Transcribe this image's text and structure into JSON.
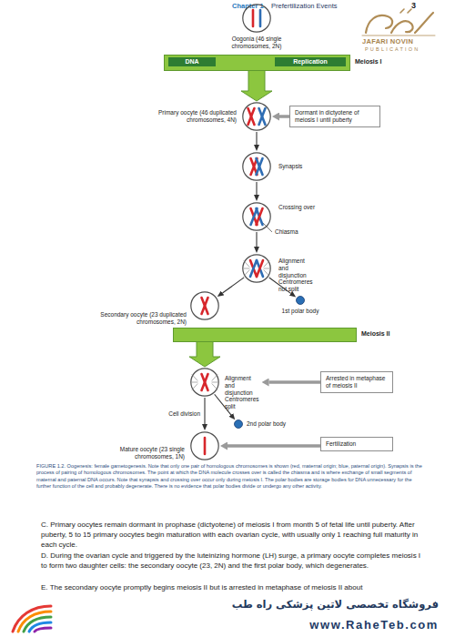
{
  "diagram": {
    "caption": "FIGURE 1.2. Oogenesis: female gametogenesis. Note that only one pair of homologous chromosomes is shown (red, maternal origin; blue, paternal origin). Synapsis is the process of pairing of homologous chromosomes. The point at which the DNA molecule crosses over is called the chiasma and is where exchange of small segments of maternal and paternal DNA occurs. Note that synapsis and crossing over occur only during meiosis I. The polar bodies are storage bodies for DNA unnecessary for the further function of the cell and probably degenerate. There is no evidence that polar bodies divide or undergo any other activity.",
    "nodes": [
      {
        "text": [
          "Oogonia (46 single chromosomes, 2N)"
        ]
      },
      {
        "text": [
          "DNA",
          "Replication",
          "Meiosis I"
        ]
      },
      {
        "text": [
          "Primary oocyte (46 duplicated chromosomes, 4N)"
        ]
      },
      {
        "text": [
          "Dormant in dictyotene of meiosis I until puberty"
        ]
      },
      {
        "text": [
          "Synapsis"
        ]
      },
      {
        "text": [
          "Crossing over",
          "Chiasma"
        ]
      },
      {
        "text": [
          "Alignment and disjunction Centromeres not split"
        ]
      },
      {
        "text": [
          "Secondary oocyte (23 duplicated chromosomes, 2N)"
        ]
      },
      {
        "text": [
          "1st polar body"
        ]
      },
      {
        "text": [
          "Meiosis II"
        ]
      },
      {
        "text": [
          "Alignment and disjunction Centromeres split"
        ]
      },
      {
        "text": [
          "Arrested in metaphase of meiosis II"
        ]
      },
      {
        "text": [
          "Mature oocyte (23 single chromosomes, 1N)"
        ]
      },
      {
        "text": [
          "2nd polar body"
        ]
      },
      {
        "text": [
          "Fertilization"
        ]
      }
    ],
    "edges": [
      {
        "from": 1,
        "to": 2,
        "arrow": "to"
      },
      {
        "from": 3,
        "to": 2,
        "arrow": "to"
      },
      {
        "from": 2,
        "to": 4,
        "arrow": "to"
      },
      {
        "from": 4,
        "to": 5,
        "arrow": "to"
      },
      {
        "from": 5,
        "to": 6,
        "arrow": "to"
      },
      {
        "from": 6,
        "to": 7,
        "arrow": "to"
      },
      {
        "from": 6,
        "to": 8,
        "arrow": "to"
      },
      {
        "from": 9,
        "to": 10,
        "arrow": "to"
      },
      {
        "from": 11,
        "to": 10,
        "arrow": "to"
      },
      {
        "from": 10,
        "to": 12,
        "label": "Cell division",
        "arrow": "to"
      },
      {
        "from": 10,
        "to": 13,
        "arrow": "to"
      },
      {
        "from": 14,
        "to": 12,
        "arrow": "to"
      }
    ],
    "labels": [
      "Chapter 1",
      "Prefertilization Events",
      "3",
      "JAFARI NOVIN",
      "PUBLICATION",
      "C. Primary oocytes remain dormant in prophase (dictyotene) of meiosis I from month 5 of fetal life until puberty. After puberty, 5 to 15 primary oocytes begin maturation with each ovarian cycle, with usually only 1 reaching full maturity in each cycle.",
      "D. During the ovarian cycle and triggered by the luteinizing hormone (LH) surge, a primary oocyte completes meiosis I to form two daughter cells: the secondary oocyte (23, 2N) and the first polar body, which degenerates.",
      "E. The secondary oocyte promptly begins meiosis II but is arrested in metaphase of meiosis II about",
      "فروشگاه تخصصی لاتین پزشکی راه طب",
      "www.RaheTeb.com"
    ]
  }
}
